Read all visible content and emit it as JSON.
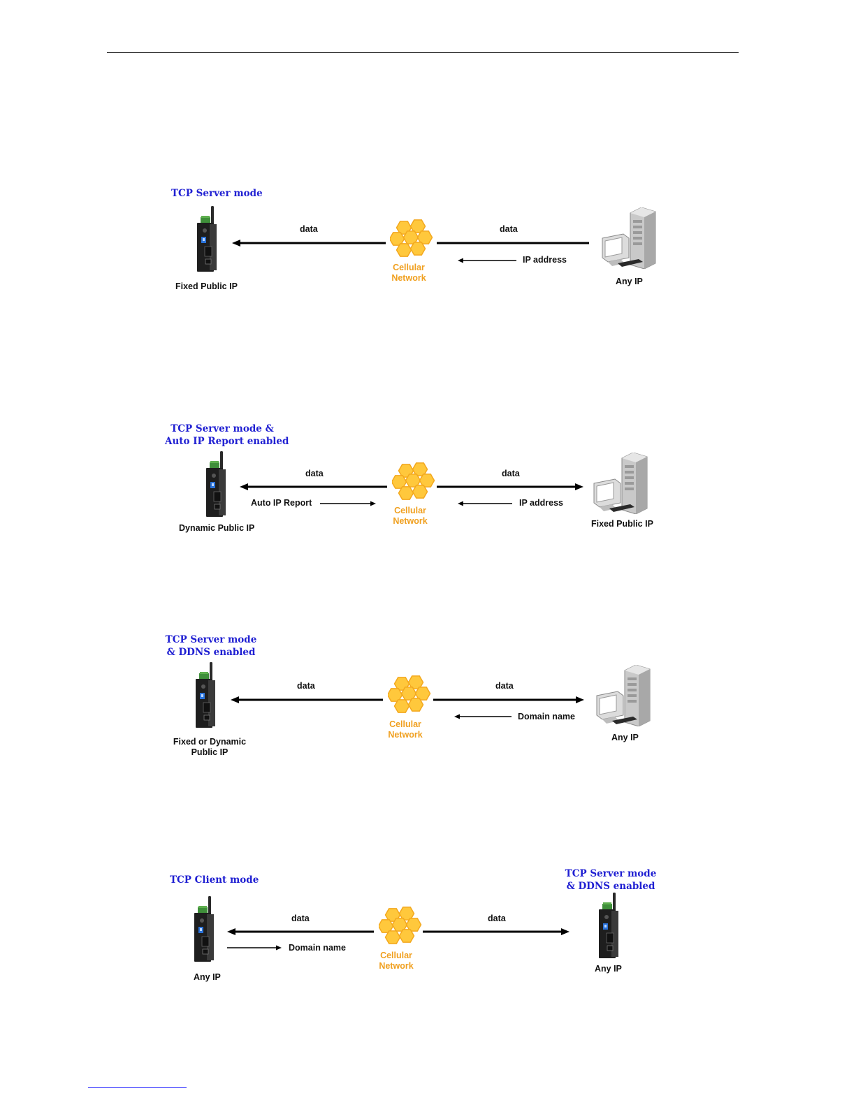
{
  "diagrams": [
    {
      "title_lines": [
        "TCP Server mode"
      ],
      "left_label": "Fixed Public IP",
      "right_label": "Any IP",
      "network_label": [
        "Cellular",
        "Network"
      ],
      "left_data": "data",
      "right_data": "data",
      "left_note": "",
      "right_note": "IP address"
    },
    {
      "title_lines": [
        "TCP Server mode  &",
        "Auto  IP Report enabled"
      ],
      "left_label": "Dynamic Public IP",
      "right_label": "Fixed Public IP",
      "network_label": [
        "Cellular",
        "Network"
      ],
      "left_data": "data",
      "right_data": "data",
      "left_note": "Auto IP Report",
      "right_note": "IP address"
    },
    {
      "title_lines": [
        "TCP Server mode",
        "& DDNS enabled"
      ],
      "left_label": "Fixed or Dynamic Public IP",
      "left_label_lines": [
        "Fixed or Dynamic",
        "Public IP"
      ],
      "right_label": "Any IP",
      "network_label": [
        "Cellular",
        "Network"
      ],
      "left_data": "data",
      "right_data": "data",
      "left_note": "",
      "right_note": "Domain name"
    },
    {
      "title_lines": [
        "TCP Client mode"
      ],
      "right_title_lines": [
        "TCP Server mode",
        "& DDNS enabled"
      ],
      "left_label": "Any IP",
      "right_label": "Any IP",
      "network_label": [
        "Cellular",
        "Network"
      ],
      "left_data": "data",
      "right_data": "data",
      "left_note": "Domain name",
      "right_note": ""
    }
  ],
  "icons": {
    "device": "cellular-modem-icon",
    "server": "server-computer-icon",
    "network": "honeycomb-network-icon"
  },
  "colors": {
    "title": "#1f1fd2",
    "network": "#f0a020",
    "honeycomb": "#ffc83c"
  }
}
